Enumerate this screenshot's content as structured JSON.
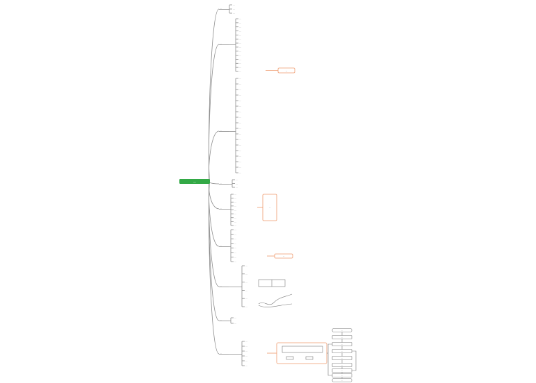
{
  "root": {
    "label": "…"
  },
  "branches": [
    {
      "id": "b1",
      "label": "…",
      "children": [
        "…",
        "…",
        "…"
      ]
    },
    {
      "id": "b2",
      "label": "…",
      "children": [
        "…",
        "…",
        "…",
        "…",
        "…",
        "…",
        "…",
        "…",
        "…",
        "…",
        "…",
        "…",
        "…",
        "…"
      ]
    },
    {
      "id": "b3",
      "label": "…",
      "children": [
        "…",
        "…",
        "…",
        "…",
        "…",
        "…",
        "…",
        "…",
        "…",
        "…",
        "…",
        "…",
        "…",
        "…",
        "…",
        "…",
        "…",
        "…"
      ]
    },
    {
      "id": "b4",
      "label": "…",
      "children": [
        "…",
        "…",
        "…"
      ]
    },
    {
      "id": "b5",
      "label": "…",
      "children": [
        "…",
        "…",
        "…",
        "…",
        "…",
        "…",
        "…",
        "…",
        "…"
      ]
    },
    {
      "id": "b6",
      "label": "…",
      "children": [
        "…",
        "…",
        "…",
        "…",
        "…",
        "…",
        "…",
        "…"
      ]
    },
    {
      "id": "b7",
      "label": "…",
      "children": [
        "…",
        "…",
        "…",
        "…",
        "…",
        "…"
      ]
    },
    {
      "id": "b8",
      "label": "…",
      "children": [
        "…",
        "…"
      ]
    },
    {
      "id": "b9",
      "label": "…",
      "children": [
        "…",
        "…",
        "…",
        "…",
        "…",
        "…"
      ]
    }
  ],
  "callouts": [
    "…",
    "…",
    "…"
  ],
  "flowchart": {
    "steps": [
      "…",
      "…",
      "…",
      "…",
      "…",
      "…",
      "…",
      "…",
      "…"
    ]
  }
}
